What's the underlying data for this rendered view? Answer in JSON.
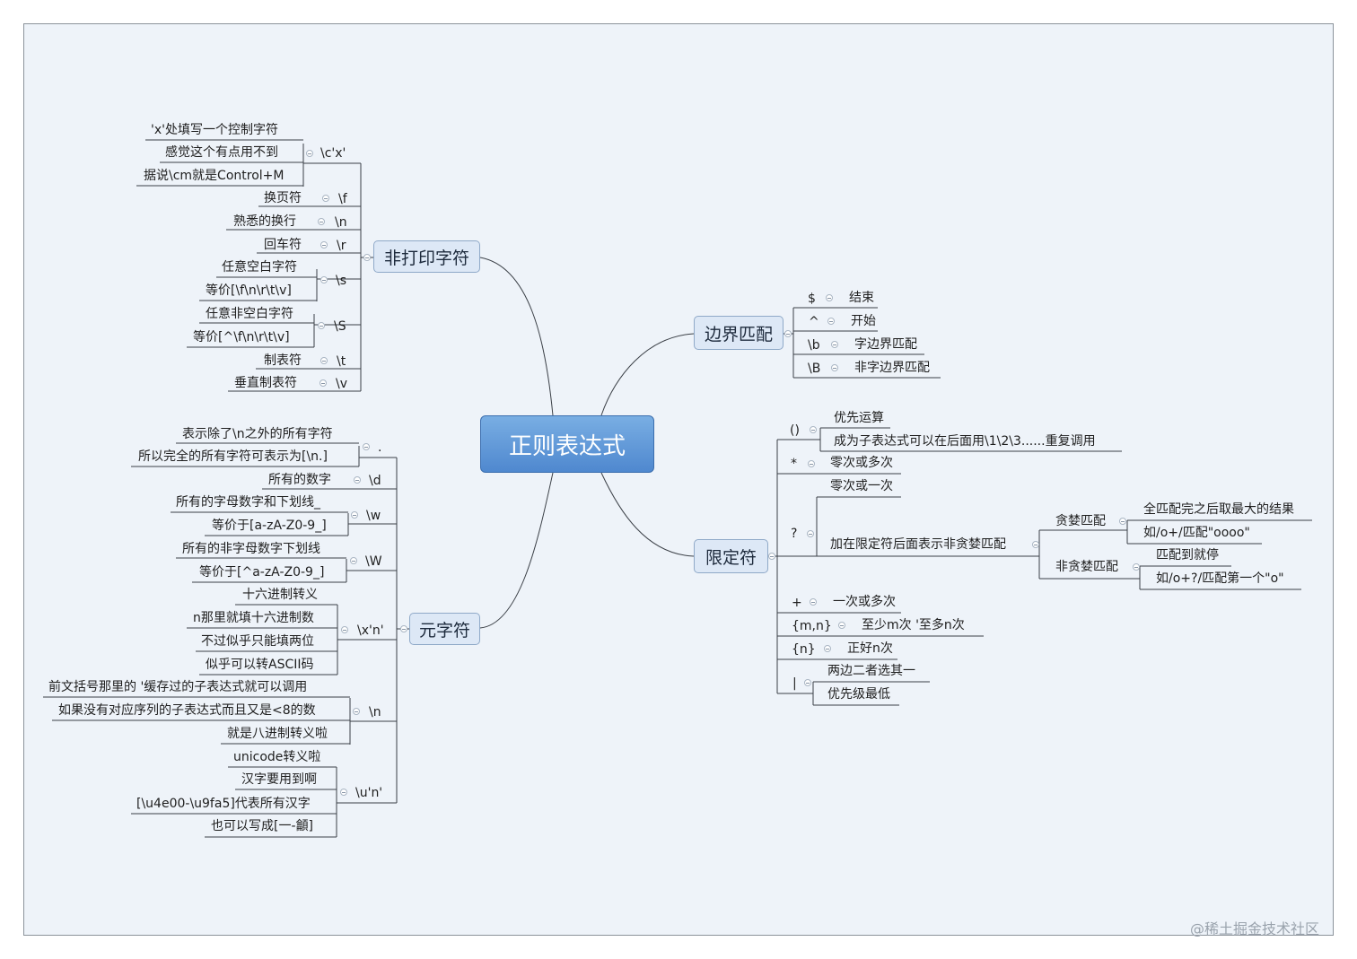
{
  "root": {
    "label": "正则表达式"
  },
  "nonprint": {
    "label": "非打印字符",
    "cx": {
      "key": "\\c'x'",
      "n1": "'x'处填写一个控制字符",
      "n2": "感觉这个有点用不到",
      "n3": "据说\\cm就是Control+M"
    },
    "f": {
      "key": "\\f",
      "n1": "换页符"
    },
    "n": {
      "key": "\\n",
      "n1": "熟悉的换行"
    },
    "r": {
      "key": "\\r",
      "n1": "回车符"
    },
    "s": {
      "key": "\\s",
      "n1": "任意空白字符",
      "n2": "等价[\\f\\n\\r\\t\\v]"
    },
    "S": {
      "key": "\\S",
      "n1": "任意非空白字符",
      "n2": "等价[^\\f\\n\\r\\t\\v]"
    },
    "t": {
      "key": "\\t",
      "n1": "制表符"
    },
    "v": {
      "key": "\\v",
      "n1": "垂直制表符"
    }
  },
  "meta": {
    "label": "元字符",
    "dot": {
      "key": ".",
      "n1": "表示除了\\n之外的所有字符",
      "n2": "所以完全的所有字符可表示为[\\n.]"
    },
    "d": {
      "key": "\\d",
      "n1": "所有的数字"
    },
    "w": {
      "key": "\\w",
      "n1": "所有的字母数字和下划线_",
      "n2": "等价于[a-zA-Z0-9_]"
    },
    "W": {
      "key": "\\W",
      "n1": "所有的非字母数字下划线",
      "n2": "等价于[^a-zA-Z0-9_]"
    },
    "xn": {
      "key": "\\x'n'",
      "n1": "十六进制转义",
      "n2": "n那里就填十六进制数",
      "n3": "不过似乎只能填两位",
      "n4": "似乎可以转ASCII码"
    },
    "n": {
      "key": "\\n",
      "n1": "前文括号那里的 '缓存过的子表达式就可以调用",
      "n2": "如果没有对应序列的子表达式而且又是<8的数",
      "n3": "就是八进制转义啦"
    },
    "un": {
      "key": "\\u'n'",
      "n1": "unicode转义啦",
      "n2": "汉字要用到啊",
      "n3": "[\\u4e00-\\u9fa5]代表所有汉字",
      "n4": "也可以写成[一-龥]"
    }
  },
  "boundary": {
    "label": "边界匹配",
    "items": [
      {
        "key": "$",
        "desc": "结束"
      },
      {
        "key": "^",
        "desc": "开始"
      },
      {
        "key": "\\b",
        "desc": "字边界匹配"
      },
      {
        "key": "\\B",
        "desc": "非字边界匹配"
      }
    ]
  },
  "quant": {
    "label": "限定符",
    "paren": {
      "key": "()",
      "n1": "优先运算",
      "n2": "成为子表达式可以在后面用\\1\\2\\3......重复调用"
    },
    "star": {
      "key": "*",
      "n1": "零次或多次"
    },
    "q": {
      "key": "?",
      "n1": "零次或一次",
      "n2": "加在限定符后面表示非贪婪匹配",
      "greedy": {
        "label": "贪婪匹配",
        "a": "全匹配完之后取最大的结果",
        "b": "如/o+/匹配\"oooo\""
      },
      "lazy": {
        "label": "非贪婪匹配",
        "a": "匹配到就停",
        "b": "如/o+?/匹配第一个\"o\""
      }
    },
    "plus": {
      "key": "+",
      "n1": "一次或多次"
    },
    "mn": {
      "key": "{m,n}",
      "n1": "至少m次 '至多n次"
    },
    "n": {
      "key": "{n}",
      "n1": "正好n次"
    },
    "pipe": {
      "key": "|",
      "n1": "两边二者选其一",
      "n2": "优先级最低"
    }
  },
  "watermark": "@稀土掘金技术社区"
}
